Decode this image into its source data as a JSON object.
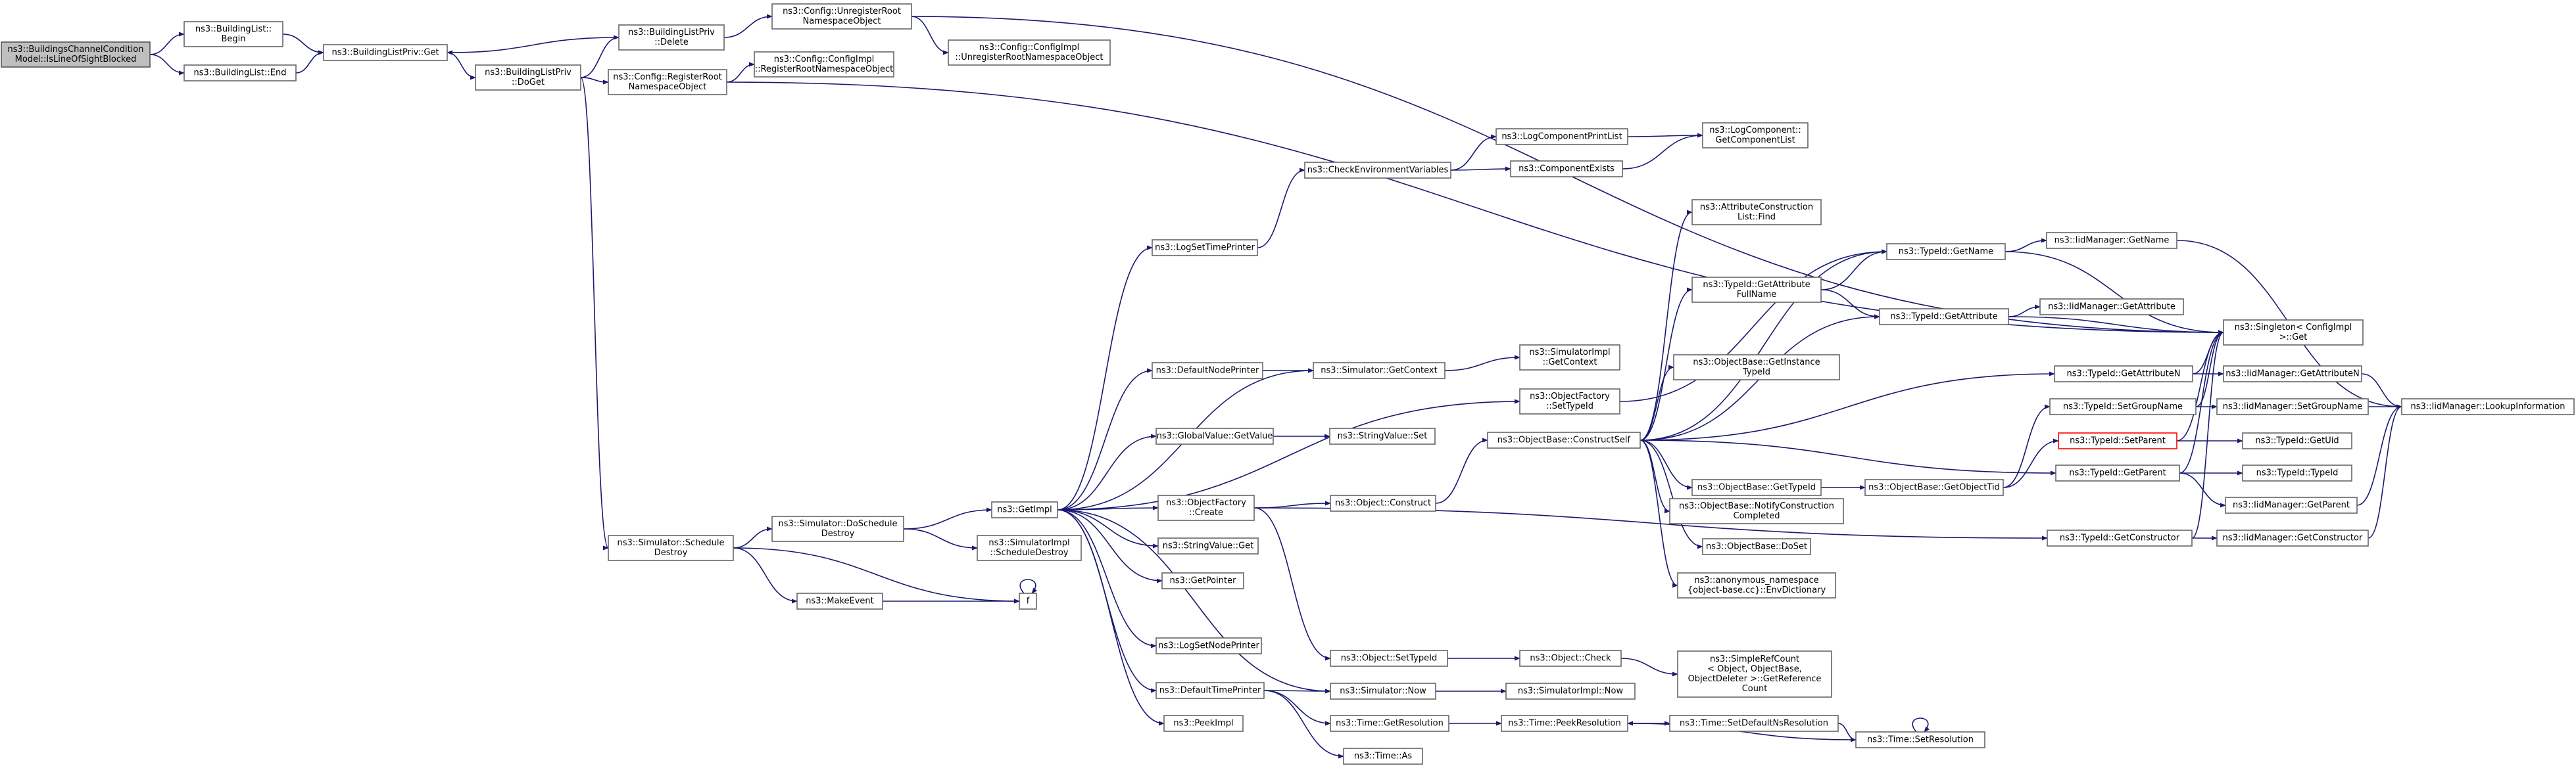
{
  "graph": {
    "nodes": [
      {
        "id": "root",
        "lines": [
          "ns3::BuildingsChannelCondition",
          "Model::IsLineOfSightBlocked"
        ],
        "style": "root"
      },
      {
        "id": "blbegin",
        "lines": [
          "ns3::BuildingList::",
          "Begin"
        ]
      },
      {
        "id": "blend",
        "lines": [
          "ns3::BuildingList::End"
        ]
      },
      {
        "id": "blpget",
        "lines": [
          "ns3::BuildingListPriv::Get"
        ]
      },
      {
        "id": "blpdel",
        "lines": [
          "ns3::BuildingListPriv",
          "::Delete"
        ]
      },
      {
        "id": "blpdoget",
        "lines": [
          "ns3::BuildingListPriv",
          "::DoGet"
        ]
      },
      {
        "id": "cfgunreg",
        "lines": [
          "ns3::Config::UnregisterRoot",
          "NamespaceObject"
        ]
      },
      {
        "id": "cfgreg",
        "lines": [
          "ns3::Config::RegisterRoot",
          "NamespaceObject"
        ]
      },
      {
        "id": "cfgimplreg",
        "lines": [
          "ns3::Config::ConfigImpl",
          "::RegisterRootNamespaceObject"
        ]
      },
      {
        "id": "cfgimplunreg",
        "lines": [
          "ns3::Config::ConfigImpl",
          "::UnregisterRootNamespaceObject"
        ]
      },
      {
        "id": "simsched",
        "lines": [
          "ns3::Simulator::Schedule",
          "Destroy"
        ]
      },
      {
        "id": "simdosched",
        "lines": [
          "ns3::Simulator::DoSchedule",
          "Destroy"
        ]
      },
      {
        "id": "makeevent",
        "lines": [
          "ns3::MakeEvent"
        ]
      },
      {
        "id": "f",
        "lines": [
          "f"
        ]
      },
      {
        "id": "getimpl",
        "lines": [
          "ns3::GetImpl"
        ]
      },
      {
        "id": "simimplsd",
        "lines": [
          "ns3::SimulatorImpl",
          "::ScheduleDestroy"
        ]
      },
      {
        "id": "logsettp",
        "lines": [
          "ns3::LogSetTimePrinter"
        ]
      },
      {
        "id": "defnodep",
        "lines": [
          "ns3::DefaultNodePrinter"
        ]
      },
      {
        "id": "gvget",
        "lines": [
          "ns3::GlobalValue::GetValue"
        ]
      },
      {
        "id": "ofcreate",
        "lines": [
          "ns3::ObjectFactory",
          "::Create"
        ]
      },
      {
        "id": "svget",
        "lines": [
          "ns3::StringValue::Get"
        ]
      },
      {
        "id": "getptr",
        "lines": [
          "ns3::GetPointer"
        ]
      },
      {
        "id": "logsetnp",
        "lines": [
          "ns3::LogSetNodePrinter"
        ]
      },
      {
        "id": "deftp",
        "lines": [
          "ns3::DefaultTimePrinter"
        ]
      },
      {
        "id": "peekimpl",
        "lines": [
          "ns3::PeekImpl"
        ]
      },
      {
        "id": "checkenv",
        "lines": [
          "ns3::CheckEnvironmentVariables"
        ]
      },
      {
        "id": "simgetctx",
        "lines": [
          "ns3::Simulator::GetContext"
        ]
      },
      {
        "id": "svset",
        "lines": [
          "ns3::StringValue::Set"
        ]
      },
      {
        "id": "objconstruct",
        "lines": [
          "ns3::Object::Construct"
        ]
      },
      {
        "id": "objsettid",
        "lines": [
          "ns3::Object::SetTypeId"
        ]
      },
      {
        "id": "simnow",
        "lines": [
          "ns3::Simulator::Now"
        ]
      },
      {
        "id": "timegetres",
        "lines": [
          "ns3::Time::GetResolution"
        ]
      },
      {
        "id": "timeas",
        "lines": [
          "ns3::Time::As"
        ]
      },
      {
        "id": "logcpl",
        "lines": [
          "ns3::LogComponentPrintList"
        ]
      },
      {
        "id": "compexists",
        "lines": [
          "ns3::ComponentExists"
        ]
      },
      {
        "id": "simimplgetctx",
        "lines": [
          "ns3::SimulatorImpl",
          "::GetContext"
        ]
      },
      {
        "id": "ofsettid",
        "lines": [
          "ns3::ObjectFactory",
          "::SetTypeId"
        ]
      },
      {
        "id": "obconstructself",
        "lines": [
          "ns3::ObjectBase::ConstructSelf"
        ]
      },
      {
        "id": "objcheck",
        "lines": [
          "ns3::Object::Check"
        ]
      },
      {
        "id": "simimplnow",
        "lines": [
          "ns3::SimulatorImpl::Now"
        ]
      },
      {
        "id": "timepeekres",
        "lines": [
          "ns3::Time::PeekResolution"
        ]
      },
      {
        "id": "logcgcl",
        "lines": [
          "ns3::LogComponent::",
          "GetComponentList"
        ]
      },
      {
        "id": "attrclfind",
        "lines": [
          "ns3::AttributeConstruction",
          "List::Find"
        ]
      },
      {
        "id": "tidgetattrfn",
        "lines": [
          "ns3::TypeId::GetAttribute",
          "FullName"
        ]
      },
      {
        "id": "obgetinsttid",
        "lines": [
          "ns3::ObjectBase::GetInstance",
          "TypeId"
        ]
      },
      {
        "id": "obgettid",
        "lines": [
          "ns3::ObjectBase::GetTypeId"
        ]
      },
      {
        "id": "obnotify",
        "lines": [
          "ns3::ObjectBase::NotifyConstruction",
          "Completed"
        ]
      },
      {
        "id": "obdoset",
        "lines": [
          "ns3::ObjectBase::DoSet"
        ]
      },
      {
        "id": "anonenvdict",
        "lines": [
          "ns3::anonymous_namespace",
          "{object-base.cc}::EnvDictionary"
        ]
      },
      {
        "id": "simplerefcount",
        "lines": [
          "ns3::SimpleRefCount",
          "< Object, ObjectBase,",
          "ObjectDeleter >::GetReference",
          "Count"
        ]
      },
      {
        "id": "timesetdef",
        "lines": [
          "ns3::Time::SetDefaultNsResolution"
        ]
      },
      {
        "id": "timesetres",
        "lines": [
          "ns3::Time::SetResolution"
        ]
      },
      {
        "id": "obgetobjtid",
        "lines": [
          "ns3::ObjectBase::GetObjectTid"
        ]
      },
      {
        "id": "tidgetname",
        "lines": [
          "ns3::TypeId::GetName"
        ]
      },
      {
        "id": "tidgetattr",
        "lines": [
          "ns3::TypeId::GetAttribute"
        ]
      },
      {
        "id": "tidgetattrn",
        "lines": [
          "ns3::TypeId::GetAttributeN"
        ]
      },
      {
        "id": "tidsetgroup",
        "lines": [
          "ns3::TypeId::SetGroupName"
        ]
      },
      {
        "id": "tidsetparent",
        "lines": [
          "ns3::TypeId::SetParent"
        ],
        "style": "red"
      },
      {
        "id": "tidgetparent",
        "lines": [
          "ns3::TypeId::GetParent"
        ]
      },
      {
        "id": "tidgetctor",
        "lines": [
          "ns3::TypeId::GetConstructor"
        ]
      },
      {
        "id": "iidgetname",
        "lines": [
          "ns3::IidManager::GetName"
        ]
      },
      {
        "id": "iidgetattr",
        "lines": [
          "ns3::IidManager::GetAttribute"
        ]
      },
      {
        "id": "singleton",
        "lines": [
          "ns3::Singleton< ConfigImpl",
          " >::Get"
        ]
      },
      {
        "id": "iidgetattrn",
        "lines": [
          "ns3::IidManager::GetAttributeN"
        ]
      },
      {
        "id": "iidsetgroup",
        "lines": [
          "ns3::IidManager::SetGroupName"
        ]
      },
      {
        "id": "tidgetuid",
        "lines": [
          "ns3::TypeId::GetUid"
        ]
      },
      {
        "id": "tidtypeid",
        "lines": [
          "ns3::TypeId::TypeId"
        ]
      },
      {
        "id": "iidgetparent",
        "lines": [
          "ns3::IidManager::GetParent"
        ]
      },
      {
        "id": "iidgetctor",
        "lines": [
          "ns3::IidManager::GetConstructor"
        ]
      },
      {
        "id": "iidlookup",
        "lines": [
          "ns3::IidManager::LookupInformation"
        ]
      }
    ],
    "edges": [
      [
        "root",
        "blbegin"
      ],
      [
        "root",
        "blend"
      ],
      [
        "blbegin",
        "blpget"
      ],
      [
        "blend",
        "blpget"
      ],
      [
        "blpget",
        "blpdoget"
      ],
      [
        "blpdoget",
        "blpdel"
      ],
      [
        "blpdel",
        "blpget"
      ],
      [
        "blpdoget",
        "cfgreg"
      ],
      [
        "blpdoget",
        "simsched"
      ],
      [
        "blpdel",
        "cfgunreg"
      ],
      [
        "cfgunreg",
        "cfgimplunreg"
      ],
      [
        "cfgunreg",
        "singleton"
      ],
      [
        "cfgreg",
        "cfgimplreg"
      ],
      [
        "cfgreg",
        "singleton"
      ],
      [
        "simsched",
        "simdosched"
      ],
      [
        "simsched",
        "makeevent"
      ],
      [
        "simsched",
        "f"
      ],
      [
        "makeevent",
        "f"
      ],
      [
        "f",
        "f"
      ],
      [
        "simdosched",
        "getimpl"
      ],
      [
        "simdosched",
        "simimplsd"
      ],
      [
        "getimpl",
        "logsettp"
      ],
      [
        "getimpl",
        "defnodep"
      ],
      [
        "getimpl",
        "simgetctx"
      ],
      [
        "getimpl",
        "gvget"
      ],
      [
        "getimpl",
        "ofsettid"
      ],
      [
        "getimpl",
        "ofcreate"
      ],
      [
        "getimpl",
        "svget"
      ],
      [
        "getimpl",
        "getptr"
      ],
      [
        "getimpl",
        "logsetnp"
      ],
      [
        "getimpl",
        "deftp"
      ],
      [
        "getimpl",
        "simnow"
      ],
      [
        "getimpl",
        "peekimpl"
      ],
      [
        "logsettp",
        "checkenv"
      ],
      [
        "checkenv",
        "logcpl"
      ],
      [
        "checkenv",
        "compexists"
      ],
      [
        "logcpl",
        "logcgcl"
      ],
      [
        "compexists",
        "logcgcl"
      ],
      [
        "defnodep",
        "simgetctx"
      ],
      [
        "simgetctx",
        "simimplgetctx"
      ],
      [
        "gvget",
        "svset"
      ],
      [
        "ofcreate",
        "objconstruct"
      ],
      [
        "ofcreate",
        "objsettid"
      ],
      [
        "ofcreate",
        "tidgetctor"
      ],
      [
        "objconstruct",
        "obconstructself"
      ],
      [
        "objsettid",
        "objcheck"
      ],
      [
        "objcheck",
        "simplerefcount"
      ],
      [
        "ofsettid",
        "tidgetname"
      ],
      [
        "deftp",
        "simnow"
      ],
      [
        "deftp",
        "timegetres"
      ],
      [
        "deftp",
        "timeas"
      ],
      [
        "simnow",
        "simimplnow"
      ],
      [
        "timegetres",
        "timepeekres"
      ],
      [
        "timepeekres",
        "timesetdef"
      ],
      [
        "timesetdef",
        "timesetres"
      ],
      [
        "timesetres",
        "timepeekres"
      ],
      [
        "timesetres",
        "timesetres"
      ],
      [
        "obconstructself",
        "attrclfind"
      ],
      [
        "obconstructself",
        "tidgetname"
      ],
      [
        "obconstructself",
        "tidgetattrfn"
      ],
      [
        "obconstructself",
        "tidgetattr"
      ],
      [
        "obconstructself",
        "obgetinsttid"
      ],
      [
        "obconstructself",
        "tidgetattrn"
      ],
      [
        "obconstructself",
        "obgettid"
      ],
      [
        "obconstructself",
        "tidgetparent"
      ],
      [
        "obconstructself",
        "obnotify"
      ],
      [
        "obconstructself",
        "obdoset"
      ],
      [
        "obconstructself",
        "anonenvdict"
      ],
      [
        "tidgetattrfn",
        "tidgetname"
      ],
      [
        "tidgetattrfn",
        "tidgetattr"
      ],
      [
        "obgettid",
        "obgetobjtid"
      ],
      [
        "obgetobjtid",
        "tidsetgroup"
      ],
      [
        "obgetobjtid",
        "tidsetparent"
      ],
      [
        "tidgetname",
        "iidgetname"
      ],
      [
        "tidgetname",
        "singleton"
      ],
      [
        "tidgetattr",
        "iidgetattr"
      ],
      [
        "tidgetattr",
        "singleton"
      ],
      [
        "tidgetattrn",
        "iidgetattrn"
      ],
      [
        "tidgetattrn",
        "singleton"
      ],
      [
        "tidsetgroup",
        "iidsetgroup"
      ],
      [
        "tidsetgroup",
        "singleton"
      ],
      [
        "tidsetparent",
        "tidgetuid"
      ],
      [
        "tidsetparent",
        "singleton"
      ],
      [
        "tidgetparent",
        "tidtypeid"
      ],
      [
        "tidgetparent",
        "iidgetparent"
      ],
      [
        "tidgetparent",
        "singleton"
      ],
      [
        "tidgetctor",
        "iidgetctor"
      ],
      [
        "tidgetctor",
        "singleton"
      ],
      [
        "iidgetname",
        "iidlookup"
      ],
      [
        "iidgetattrn",
        "iidlookup"
      ],
      [
        "iidsetgroup",
        "iidlookup"
      ],
      [
        "iidgetparent",
        "iidlookup"
      ],
      [
        "iidgetctor",
        "iidlookup"
      ]
    ]
  }
}
